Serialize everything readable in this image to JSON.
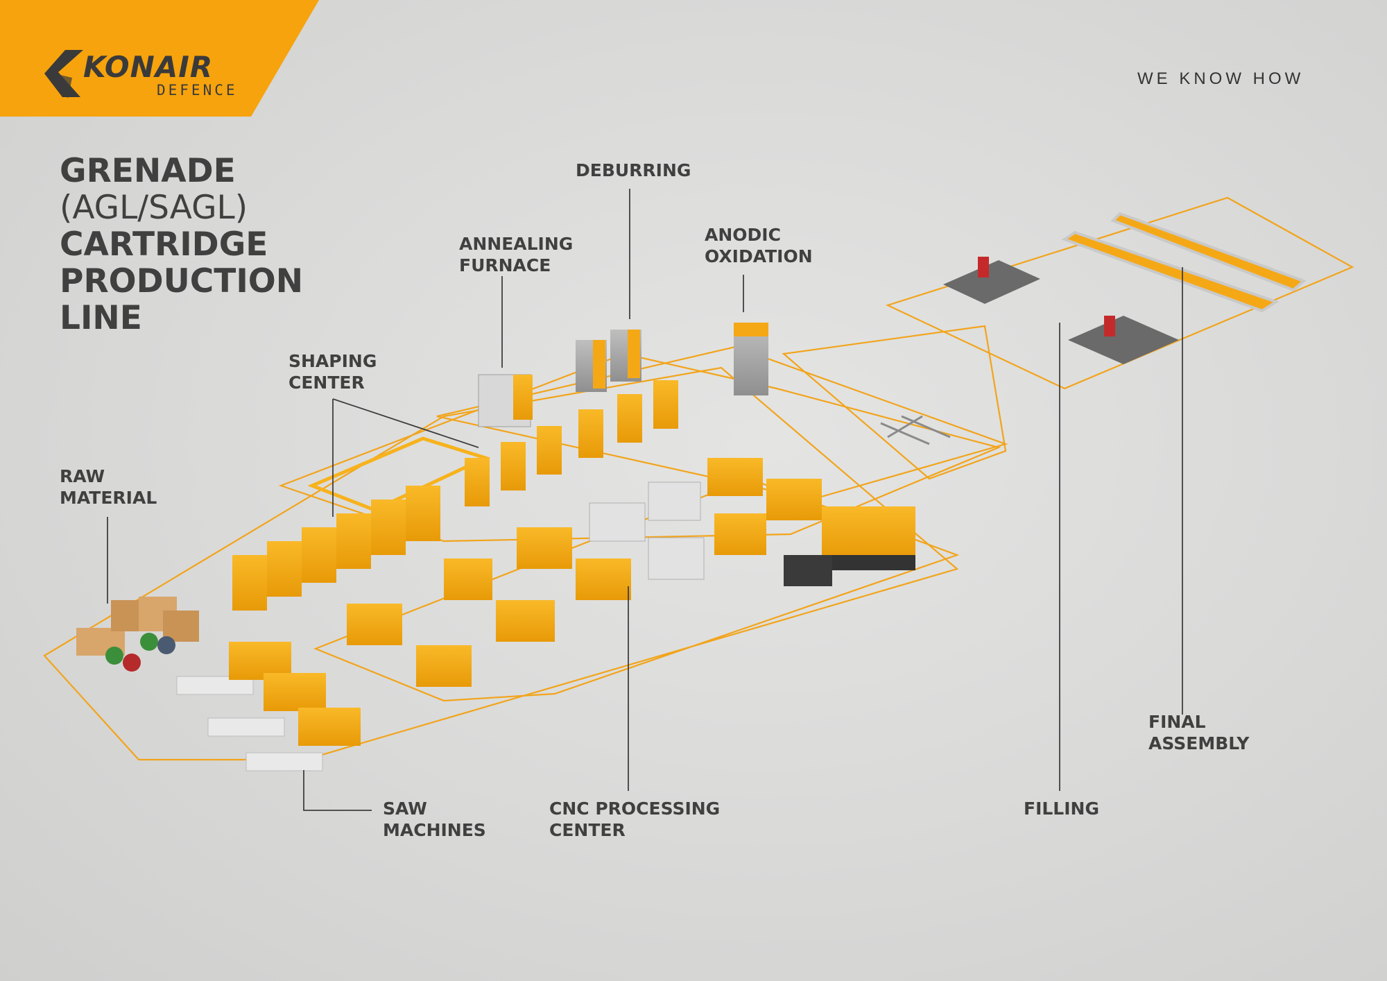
{
  "brand": {
    "name": "KONAIR",
    "division": "DEFENCE",
    "slogan": "WE KNOW HOW",
    "accent_color": "#f6a30d",
    "dark_color": "#3d3d3d"
  },
  "title": {
    "line1": "GRENADE",
    "line2": "(AGL/SAGL)",
    "line3": "CARTRIDGE",
    "line4": "PRODUCTION",
    "line5": "LINE"
  },
  "stations": {
    "deburring": {
      "line1": "DEBURRING",
      "line2": ""
    },
    "annealing_furnace": {
      "line1": "ANNEALING",
      "line2": "FURNACE"
    },
    "anodic_oxidation": {
      "line1": "ANODIC",
      "line2": "OXIDATION"
    },
    "shaping_center": {
      "line1": "SHAPING",
      "line2": "CENTER"
    },
    "raw_material": {
      "line1": "RAW",
      "line2": "MATERIAL"
    },
    "saw_machines": {
      "line1": "SAW",
      "line2": "MACHINES"
    },
    "cnc_processing_center": {
      "line1": "CNC PROCESSING",
      "line2": "CENTER"
    },
    "filling": {
      "line1": "FILLING",
      "line2": ""
    },
    "final_assembly": {
      "line1": "FINAL",
      "line2": "ASSEMBLY"
    }
  }
}
